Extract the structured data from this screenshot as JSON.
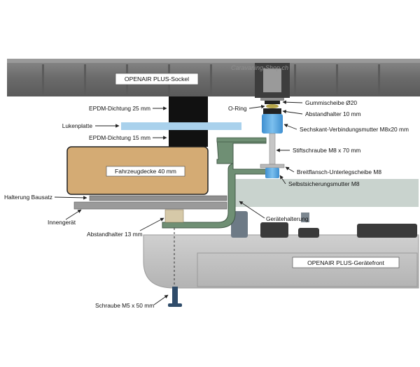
{
  "watermark": "Caravaning-Shop.ch",
  "colors": {
    "frame": "#6b6b6b",
    "deck": "#d4ab74",
    "epdm": "#111111",
    "lukenplatte": "#a9d1ec",
    "bracket": "#6f8f74",
    "front": "#c4c4c4",
    "inner": "#c9d3ce",
    "nut_blue": "#5aa6df"
  },
  "labels": {
    "sockel": "OPENAIR PLUS-Sockel",
    "deck": "Fahrzeugdecke 40 mm",
    "front": "OPENAIR PLUS-Gerätefront",
    "epdm25": "EPDM-Dichtung 25 mm",
    "lukenplatte": "Lukenplatte",
    "epdm15": "EPDM-Dichtung 15 mm",
    "halterung_bausatz": "Halterung Bausatz",
    "innengeraet": "Innengerät",
    "abstandhalter13": "Abstandhalter 13 mm",
    "schraube": "Schraube M5 x 50 mm",
    "oring": "O-Ring",
    "gummischeibe": "Gummischeibe Ø20",
    "abstandhalter10": "Abstandhalter 10 mm",
    "sechskant": "Sechskant-Verbindungsmutter M8x20 mm",
    "stiftschraube": "Stiftschraube M8 x 70 mm",
    "breitflansch": "Breitflansch-Unterlegscheibe M8",
    "selbstsicherung": "Selbstsicherungsmutter M8",
    "geraetehalterung": "Gerätehalterung"
  }
}
